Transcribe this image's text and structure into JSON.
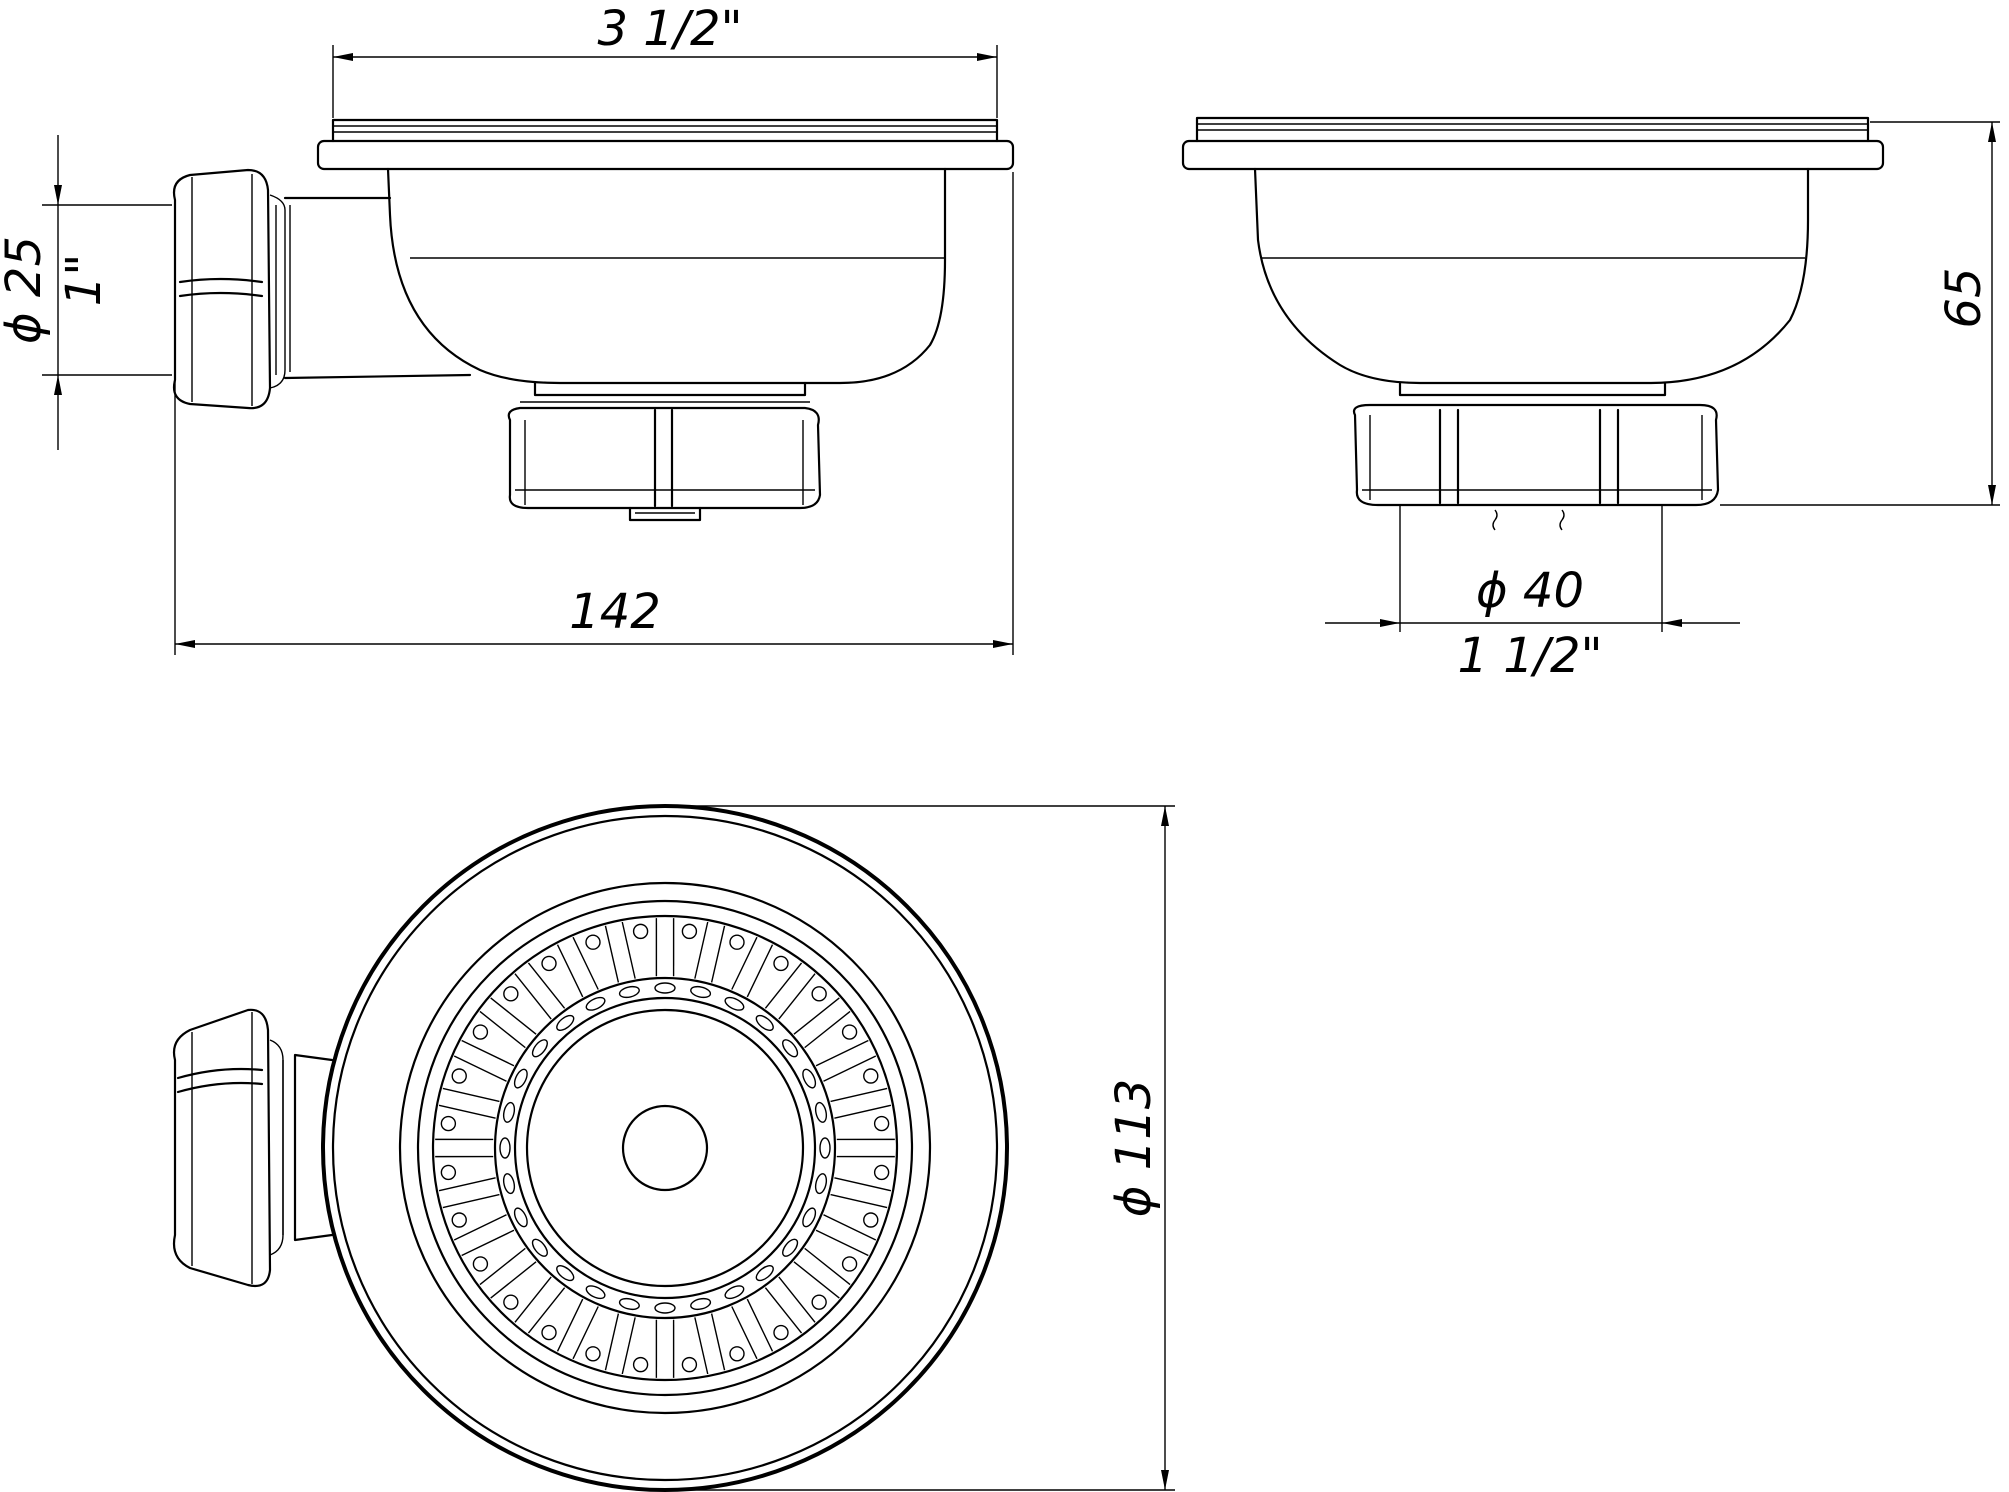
{
  "dimensions": {
    "top_width": "3 1/2\"",
    "overall_length": "142",
    "outlet_diameter_mm": "ϕ 25",
    "outlet_diameter_in": "1\"",
    "height": "65",
    "drain_diameter_mm": "ϕ 40",
    "drain_diameter_in": "1 1/2\"",
    "flange_diameter": "ϕ 113"
  }
}
